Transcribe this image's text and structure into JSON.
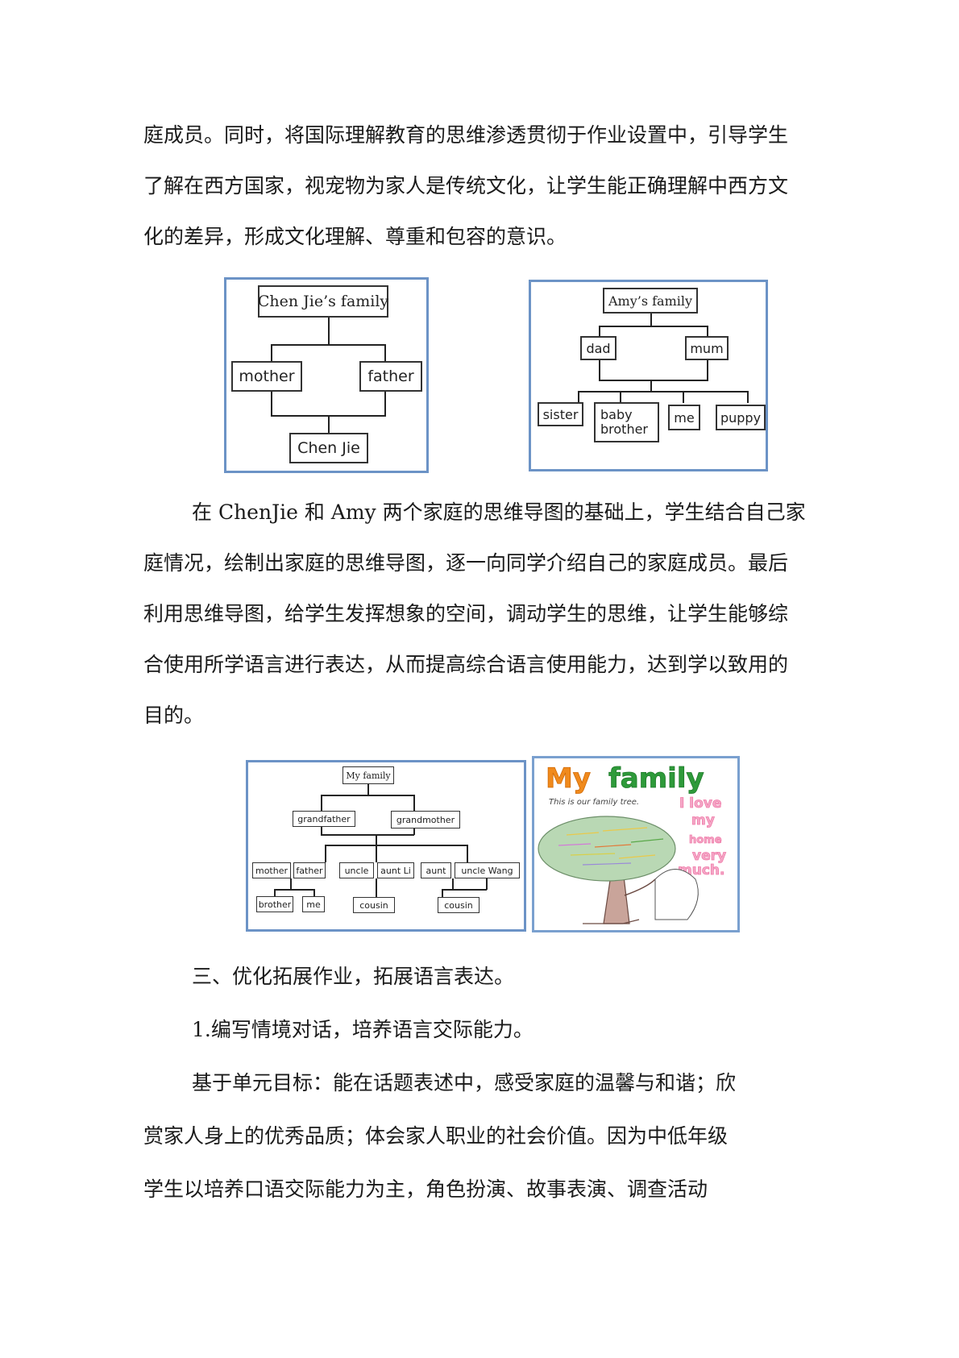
{
  "intro_lines": [
    "庭成员。同时，将国际理解教育的思维渗透贯彻于作业设置中，引导学生",
    "了解在西方国家，视宠物为家人是传统文化，让学生能正确理解中西方文",
    "化的差异，形成文化理解、尊重和包容的意识。"
  ],
  "chen_map": {
    "title": "Chen Jie’s family",
    "mother": "mother",
    "father": "father",
    "child": "Chen Jie"
  },
  "amy_map": {
    "title": "Amy’s family",
    "dad": "dad",
    "mum": "mum",
    "sister": "sister",
    "baby_brother_1": "baby",
    "baby_brother_2": "brother",
    "me": "me",
    "puppy": "puppy"
  },
  "middle_lines": [
    "在 ChenJie 和 Amy 两个家庭的思维导图的基础上，学生结合自己家",
    "庭情况，绘制出家庭的思维导图，逐一向同学介绍自己的家庭成员。最后",
    "利用思维导图，给学生发挥想象的空间，调动学生的思维，让学生能够综",
    "合使用所学语言进行表达，从而提高综合语言使用能力，达到学以致用的",
    "目的。"
  ],
  "my_family_map": {
    "title": "My family",
    "grandfather": "grandfather",
    "grandmother": "grandmother",
    "mother": "mother",
    "father": "father",
    "uncle": "uncle",
    "aunt_li": "aunt Li",
    "aunt": "aunt",
    "uncle_wang": "uncle Wang",
    "brother": "brother",
    "me": "me",
    "cousin_1": "cousin",
    "cousin_2": "cousin"
  },
  "drawing": {
    "title": "My family",
    "caption": "This is our family tree.",
    "side_text": [
      "I love",
      "my",
      "home",
      "very",
      "much."
    ],
    "colors": {
      "title_orange": "#f08a1c",
      "title_green": "#2e9a3a",
      "pink": "#f07aa8",
      "foliage": "#b9d8b4",
      "trunk": "#c9a49a"
    }
  },
  "section_heading": "三、优化拓展作业，拓展语言表达。",
  "sub_heading": "1.编写情境对话，培养语言交际能力。",
  "final_lines": [
    "基于单元目标：能在话题表述中，感受家庭的温馨与和谐；欣",
    "赏家人身上的优秀品质；体会家人职业的社会价值。因为中低年级",
    "学生以培养口语交际能力为主，角色扮演、故事表演、调查活动"
  ]
}
